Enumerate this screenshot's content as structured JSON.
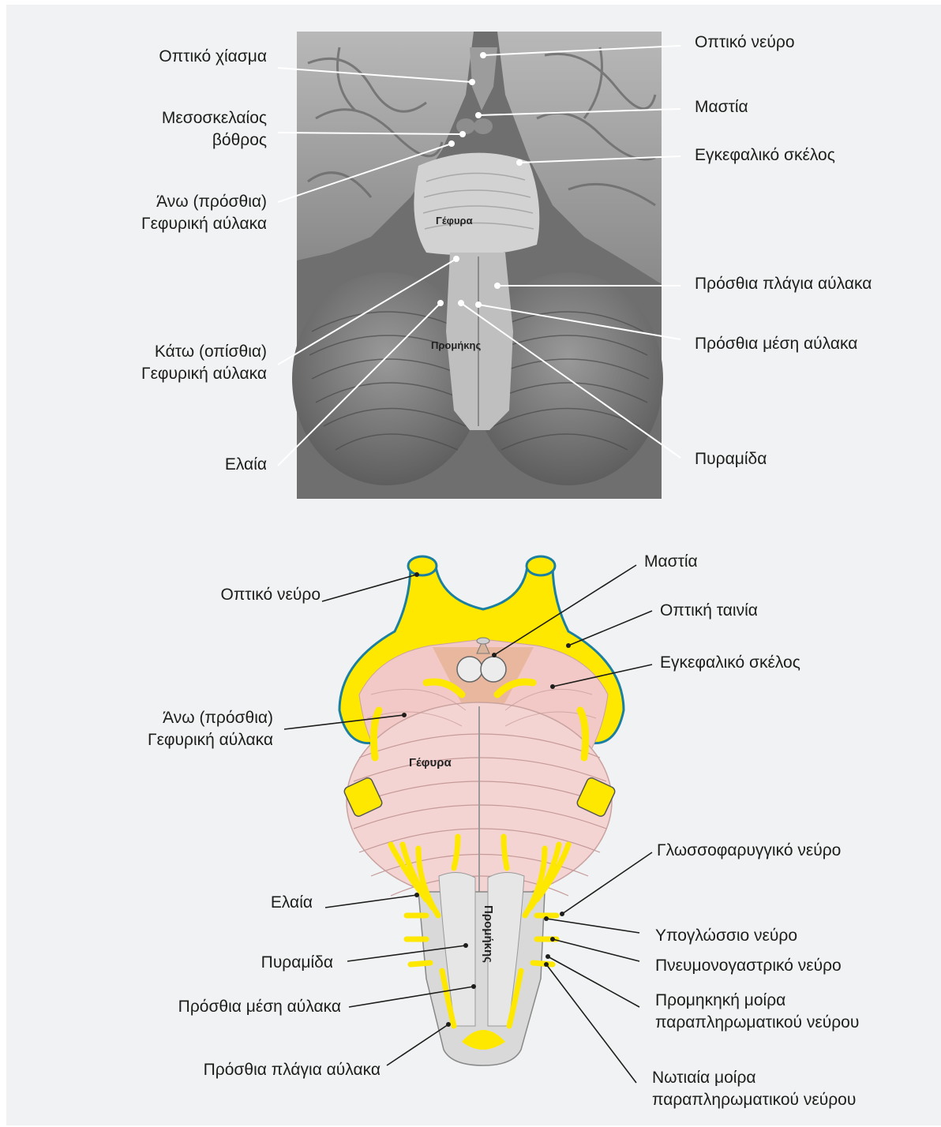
{
  "top_figure": {
    "labels_left": {
      "optic_chiasm": "Οπτικό χίασμα",
      "interpeduncular_fossa": "Μεσοσκελαίος\nβόθρος",
      "superior_pontine_sulcus": "Άνω (πρόσθια)\nΓεφυρική αύλακα",
      "inferior_pontine_sulcus": "Κάτω (οπίσθια)\nΓεφυρική αύλακα",
      "olive": "Ελαία"
    },
    "labels_right": {
      "optic_nerve": "Οπτικό νεύρο",
      "mammillary": "Μαστία",
      "cerebral_peduncle": "Εγκεφαλικό σκέλος",
      "anterolateral_sulcus": "Πρόσθια πλάγια αύλακα",
      "anterior_median_fissure": "Πρόσθια μέση αύλακα",
      "pyramid": "Πυραμίδα"
    },
    "photo_labels": {
      "pons": "Γέφυρα",
      "medulla": "Προμήκης"
    }
  },
  "bottom_figure": {
    "labels_left": {
      "optic_nerve": "Οπτικό νεύρο",
      "superior_pontine_sulcus": "Άνω (πρόσθια)\nΓεφυρική αύλακα",
      "olive": "Ελαία",
      "pyramid": "Πυραμίδα",
      "anterior_median_fissure": "Πρόσθια μέση αύλακα",
      "anterolateral_sulcus": "Πρόσθια πλάγια αύλακα"
    },
    "labels_right": {
      "mammillary": "Μαστία",
      "optic_tract": "Οπτική ταινία",
      "cerebral_peduncle": "Εγκεφαλικό σκέλος",
      "glossopharyngeal": "Γλωσσοφαρυγγικό νεύρο",
      "hypoglossal": "Υπογλώσσιο νεύρο",
      "vagus": "Πνευμονογαστρικό νεύρο",
      "cranial_accessory": "Προμηκηκή μοίρα\nπαραπληρωματικού νεύρου",
      "spinal_accessory": "Νωτιαία μοίρα\nπαραπληρωματικού νεύρου"
    },
    "structure_labels": {
      "pons": "Γέφυρα",
      "medulla": "Προμήκης"
    }
  },
  "colors": {
    "panel": "#f1f2f4",
    "nerve_yellow": "#ffe800",
    "outline_teal": "#1a7fa0",
    "pons_pink": "#f2c9c6",
    "medulla_gray": "#d9d9d9"
  }
}
